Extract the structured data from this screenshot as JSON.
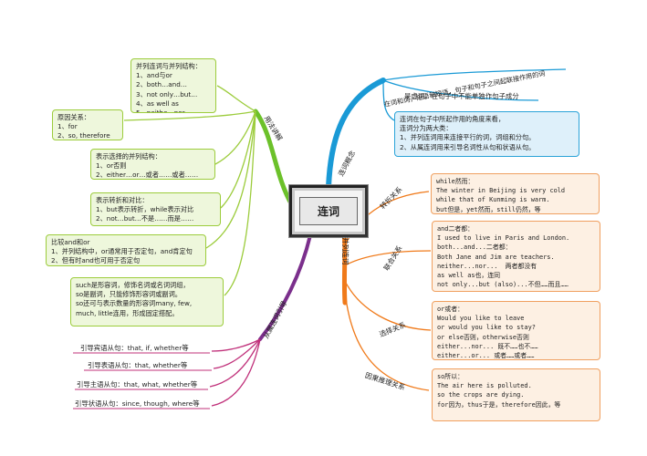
{
  "center": {
    "label": "连词"
  },
  "branches": {
    "concept": "连词概念",
    "usage": "用法讲解",
    "coord": "并列连词",
    "subord": "从属连词引导"
  },
  "concept_items": {
    "def1": "在词和词，短语和短语，句子和句子之间起联接作用的词",
    "def2": "是虚词，在句子中不能单独作句子成分",
    "box": "连词在句子中所起作用的角度来看，\n连词分为两大类：\n1、并列连词用来连接平行的词，词组和分句。\n2、从属连词用来引导名词性从句和状语从句。"
  },
  "coord_items": {
    "turn_label": "转折关系",
    "turn_box": "while然而：\nThe winter in Beijing is very cold\nwhile that of Kunming is warm.\nbut但是，yet然而，still仍然，等",
    "link_label": "联合关系",
    "link_box": "and二者都：\nI used to live in Paris and London.\nboth...and...二者都：\nBoth Jane and Jim are teachers.\nneither...nor...  两者都没有\nas well as也，连同\nnot only...but (also)...不但……而且……",
    "choice_label": "选择关系",
    "choice_box": "or或者：\nWould you like to leave\nor would you like to stay?\nor else否则，otherwise否则\neither...nor... 既不……也不……\neither...or... 或者……或者……",
    "cause_label": "因果推理关系",
    "cause_box": "so所以：\nThe air here is polluted.\nso the crops are dying.\nfor因为，thus于是，therefore因此，等"
  },
  "usage_items": {
    "parallel": "并列连词与并列结构：\n1、and与or\n2、both…and…\n3、not only…but…\n4、as well as\n5、neithe…nor…",
    "reason": "原因关系：\n1、for\n2、so, therefore",
    "choice": "表示选择的并列结构：\n1、or否则\n2、either…or…或者……或者……",
    "contrast": "表示转折和对比：\n1、but表示转折，while表示对比\n2、not…but…不是……而是……",
    "compare": "比较and和or\n1、并列结构中，or通常用于否定句，and肯定句\n2、但有时and也可用于否定句",
    "such": "such是形容词，修饰名词或名词词组，\nso是副词，只能修饰形容词或副词。\nso还可与表示数量的形容词many, few,\nmuch, little连用，形成固定搭配。"
  },
  "subord_items": {
    "obj": "引导宾语从句：that, if, whether等",
    "pred": "引导表语从句：that, whether等",
    "subj": "引导主语从句：that, what, whether等",
    "adv": "引导状语从句：since, though, where等"
  },
  "colors": {
    "concept": "#1a9ad6",
    "coord": "#f07a1a",
    "usage": "#6cc12a",
    "subord": "#7b2f8c"
  }
}
